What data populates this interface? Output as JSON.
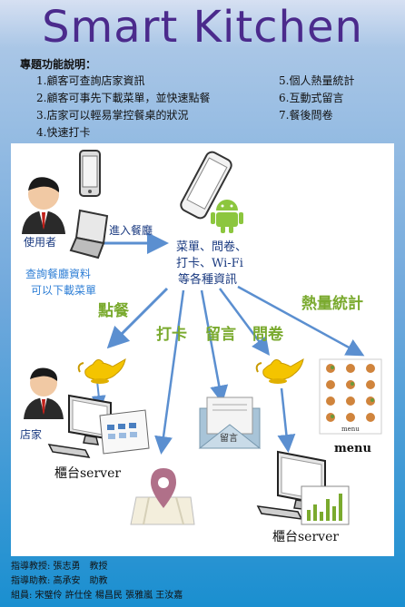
{
  "title": "Smart Kitchen",
  "features": {
    "heading": "專題功能說明：",
    "items": [
      "1.顧客可查詢店家資訊",
      "2.顧客可事先下載菜單，並快速點餐",
      "3.店家可以輕易掌控餐桌的狀況",
      "4.快速打卡",
      "5.個人熱量統計",
      "6.互動式留言",
      "7.餐後問卷"
    ]
  },
  "diagram": {
    "user_label": "使用者",
    "user_caption_1": "查詢餐廳資料",
    "user_caption_2": "可以下載菜單",
    "enter_label": "進入餐廳",
    "app_info_1": "菜單、問卷、",
    "app_info_2": "打卡、Wi-Fi",
    "app_info_3": "等各種資訊",
    "order_label": "點餐",
    "checkin_label": "打卡",
    "message_label": "留言",
    "survey_label": "問卷",
    "calorie_label": "熱量統計",
    "store_label": "店家",
    "counter_server_1": "櫃台server",
    "counter_server_2": "櫃台server",
    "menu_label": "menu",
    "menu_small": "menu",
    "envelope_text": "留言"
  },
  "footer": {
    "advisor": "指導教授: 張志勇　教授",
    "assistant": "指導助教: 高承安　助教",
    "members": "組員: 宋璧伶 許仕佺 楊昌民 張雅嵐 王汝嘉"
  },
  "colors": {
    "title": "#4b2a8c",
    "arrow": "#5b8fd0",
    "green_label": "#7aaa2e",
    "user_label": "#1a3a80",
    "caption_blue": "#2f7fd6"
  },
  "icons": [
    "user-avatar-icon",
    "phone-icon",
    "laptop-icon",
    "android-phone-icon",
    "magic-lamp-icon",
    "computer-monitor-icon",
    "keyboard-icon",
    "map-pin-icon",
    "envelope-icon",
    "menu-card-icon",
    "bar-chart-icon"
  ]
}
